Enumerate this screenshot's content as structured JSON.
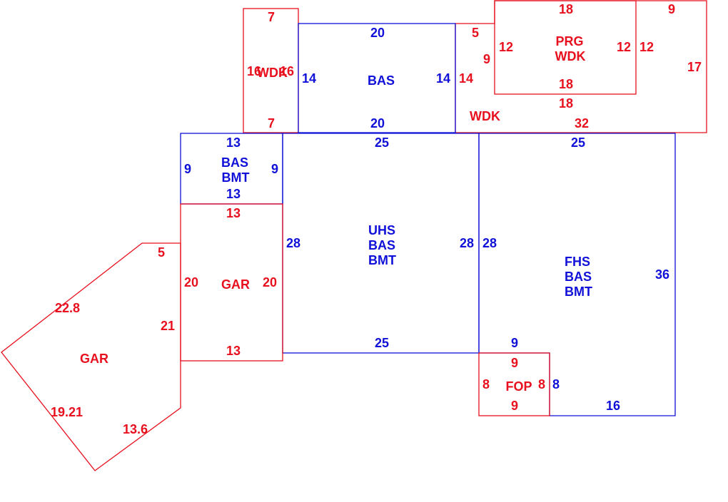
{
  "colors": {
    "red": "#e8101e",
    "blue": "#1010d8",
    "background": "#ffffff"
  },
  "areas": {
    "wdk_small": {
      "code": "WDK",
      "dims": [
        "7",
        "16",
        "16",
        "7"
      ]
    },
    "bas_top": {
      "code": "BAS",
      "dims": [
        "20",
        "14",
        "14",
        "20"
      ]
    },
    "wdk_large": {
      "code": "WDK",
      "dims": [
        "5",
        "9",
        "14",
        "18",
        "32",
        "9",
        "12",
        "17"
      ]
    },
    "prg_wdk": {
      "codes": [
        "PRG",
        "WDK"
      ],
      "dims": [
        "18",
        "12",
        "12",
        "18"
      ]
    },
    "bas_bmt_small": {
      "codes": [
        "BAS",
        "BMT"
      ],
      "dims": [
        "13",
        "9",
        "9",
        "13"
      ]
    },
    "uhs_bas_bmt": {
      "codes": [
        "UHS",
        "BAS",
        "BMT"
      ],
      "dims": [
        "25",
        "28",
        "28",
        "25"
      ]
    },
    "fhs_bas_bmt": {
      "codes": [
        "FHS",
        "BAS",
        "BMT"
      ],
      "dims": [
        "25",
        "28",
        "36",
        "9",
        "8",
        "16"
      ]
    },
    "gar_rect": {
      "code": "GAR",
      "dims": [
        "13",
        "20",
        "20",
        "13"
      ]
    },
    "gar_poly": {
      "code": "GAR",
      "dims": [
        "5",
        "22.8",
        "21",
        "19.21",
        "13.6"
      ]
    },
    "fop": {
      "code": "FOP",
      "dims": [
        "9",
        "8",
        "8",
        "9"
      ]
    }
  }
}
